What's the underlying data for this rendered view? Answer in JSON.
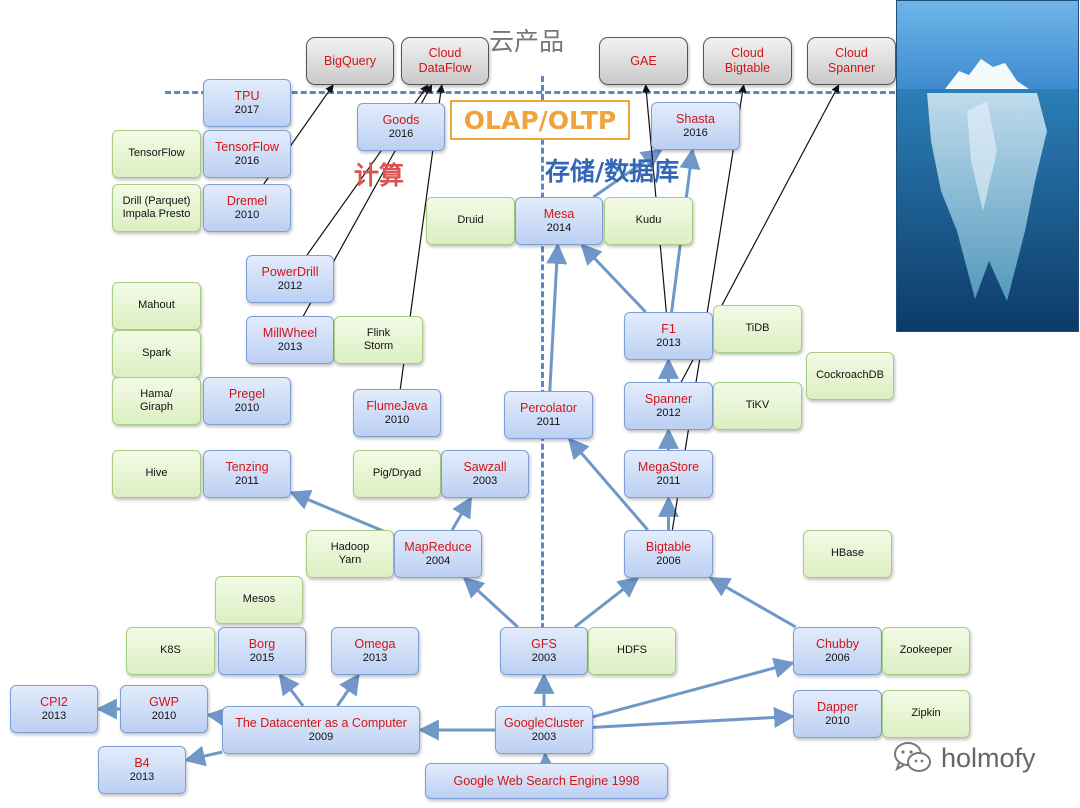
{
  "labels": {
    "cloud": "云产品",
    "compute": "计算",
    "storage": "存储/数据库",
    "olap": "OLAP/OLTP",
    "brand": "holmofy"
  },
  "colors": {
    "google_text": "#d41414",
    "arrow_blue": "#6f97c7",
    "arrow_black": "#111111",
    "dash_blue": "#5f86c2",
    "olap_orange": "#f0a33a"
  },
  "icons": {
    "iceberg": "iceberg-image",
    "brand": "wechat-icon"
  },
  "nodes": [
    {
      "id": "bigquery",
      "name": "BigQuery",
      "year": "",
      "kind": "cloud"
    },
    {
      "id": "dataflow",
      "name": "Cloud\nDataFlow",
      "year": "",
      "kind": "cloud"
    },
    {
      "id": "gae",
      "name": "GAE",
      "year": "",
      "kind": "cloud"
    },
    {
      "id": "bigtable-cloud",
      "name": "Cloud\nBigtable",
      "year": "",
      "kind": "cloud"
    },
    {
      "id": "spanner-cloud",
      "name": "Cloud\nSpanner",
      "year": "",
      "kind": "cloud"
    },
    {
      "id": "tpu",
      "name": "TPU",
      "year": "2017",
      "kind": "google"
    },
    {
      "id": "goods",
      "name": "Goods",
      "year": "2016",
      "kind": "google"
    },
    {
      "id": "shasta",
      "name": "Shasta",
      "year": "2016",
      "kind": "google"
    },
    {
      "id": "tensorflow-oss",
      "name": "TensorFlow",
      "year": "",
      "kind": "oss"
    },
    {
      "id": "tensorflow",
      "name": "TensorFlow",
      "year": "2016",
      "kind": "google"
    },
    {
      "id": "drill",
      "name": "Drill (Parquet)\nImpala Presto",
      "year": "",
      "kind": "oss"
    },
    {
      "id": "dremel",
      "name": "Dremel",
      "year": "2010",
      "kind": "google"
    },
    {
      "id": "druid",
      "name": "Druid",
      "year": "",
      "kind": "oss"
    },
    {
      "id": "mesa",
      "name": "Mesa",
      "year": "2014",
      "kind": "google"
    },
    {
      "id": "kudu",
      "name": "Kudu",
      "year": "",
      "kind": "oss"
    },
    {
      "id": "powerdrill",
      "name": "PowerDrill",
      "year": "2012",
      "kind": "google"
    },
    {
      "id": "mahout",
      "name": "Mahout",
      "year": "",
      "kind": "oss"
    },
    {
      "id": "millwheel",
      "name": "MillWheel",
      "year": "2013",
      "kind": "google"
    },
    {
      "id": "flink",
      "name": "Flink\nStorm",
      "year": "",
      "kind": "oss"
    },
    {
      "id": "f1",
      "name": "F1",
      "year": "2013",
      "kind": "google"
    },
    {
      "id": "tidb",
      "name": "TiDB",
      "year": "",
      "kind": "oss"
    },
    {
      "id": "spark",
      "name": "Spark",
      "year": "",
      "kind": "oss"
    },
    {
      "id": "cockroachdb",
      "name": "CockroachDB",
      "year": "",
      "kind": "oss"
    },
    {
      "id": "hama",
      "name": "Hama/\nGiraph",
      "year": "",
      "kind": "oss"
    },
    {
      "id": "pregel",
      "name": "Pregel",
      "year": "2010",
      "kind": "google"
    },
    {
      "id": "flumejava",
      "name": "FlumeJava",
      "year": "2010",
      "kind": "google"
    },
    {
      "id": "percolator",
      "name": "Percolator",
      "year": "2011",
      "kind": "google"
    },
    {
      "id": "spanner",
      "name": "Spanner",
      "year": "2012",
      "kind": "google"
    },
    {
      "id": "tikv",
      "name": "TiKV",
      "year": "",
      "kind": "oss"
    },
    {
      "id": "hive",
      "name": "Hive",
      "year": "",
      "kind": "oss"
    },
    {
      "id": "tenzing",
      "name": "Tenzing",
      "year": "2011",
      "kind": "google"
    },
    {
      "id": "pigdryad",
      "name": "Pig/Dryad",
      "year": "",
      "kind": "oss"
    },
    {
      "id": "sawzall",
      "name": "Sawzall",
      "year": "2003",
      "kind": "google"
    },
    {
      "id": "megastore",
      "name": "MegaStore",
      "year": "2011",
      "kind": "google"
    },
    {
      "id": "hadoop",
      "name": "Hadoop\nYarn",
      "year": "",
      "kind": "oss"
    },
    {
      "id": "mapreduce",
      "name": "MapReduce",
      "year": "2004",
      "kind": "google"
    },
    {
      "id": "bigtable",
      "name": "Bigtable",
      "year": "2006",
      "kind": "google"
    },
    {
      "id": "hbase",
      "name": "HBase",
      "year": "",
      "kind": "oss"
    },
    {
      "id": "mesos",
      "name": "Mesos",
      "year": "",
      "kind": "oss"
    },
    {
      "id": "k8s",
      "name": "K8S",
      "year": "",
      "kind": "oss"
    },
    {
      "id": "borg",
      "name": "Borg",
      "year": "2015",
      "kind": "google"
    },
    {
      "id": "omega",
      "name": "Omega",
      "year": "2013",
      "kind": "google"
    },
    {
      "id": "gfs",
      "name": "GFS",
      "year": "2003",
      "kind": "google"
    },
    {
      "id": "hdfs",
      "name": "HDFS",
      "year": "",
      "kind": "oss"
    },
    {
      "id": "chubby",
      "name": "Chubby",
      "year": "2006",
      "kind": "google"
    },
    {
      "id": "zookeeper",
      "name": "Zookeeper",
      "year": "",
      "kind": "oss"
    },
    {
      "id": "cpi2",
      "name": "CPI2",
      "year": "2013",
      "kind": "google"
    },
    {
      "id": "gwp",
      "name": "GWP",
      "year": "2010",
      "kind": "google"
    },
    {
      "id": "datacenter",
      "name": "The Datacenter as a Computer",
      "year": "2009",
      "kind": "google"
    },
    {
      "id": "googlecluster",
      "name": "GoogleCluster",
      "year": "2003",
      "kind": "google"
    },
    {
      "id": "dapper",
      "name": "Dapper",
      "year": "2010",
      "kind": "google"
    },
    {
      "id": "zipkin",
      "name": "Zipkin",
      "year": "",
      "kind": "oss"
    },
    {
      "id": "b4",
      "name": "B4",
      "year": "2013",
      "kind": "google"
    },
    {
      "id": "websearch",
      "name": "Google Web Search Engine  1998",
      "year": "",
      "kind": "google"
    }
  ],
  "edges": [
    {
      "from": "websearch",
      "to": "googlecluster",
      "style": "blue"
    },
    {
      "from": "googlecluster",
      "to": "datacenter",
      "style": "blue"
    },
    {
      "from": "googlecluster",
      "to": "gfs",
      "style": "blue"
    },
    {
      "from": "googlecluster",
      "to": "chubby",
      "style": "blue"
    },
    {
      "from": "googlecluster",
      "to": "dapper",
      "style": "blue"
    },
    {
      "from": "datacenter",
      "to": "borg",
      "style": "blue"
    },
    {
      "from": "datacenter",
      "to": "omega",
      "style": "blue"
    },
    {
      "from": "datacenter",
      "to": "gwp",
      "style": "blue"
    },
    {
      "from": "datacenter",
      "to": "b4",
      "style": "blue"
    },
    {
      "from": "gwp",
      "to": "cpi2",
      "style": "blue"
    },
    {
      "from": "gfs",
      "to": "mapreduce",
      "style": "blue"
    },
    {
      "from": "gfs",
      "to": "bigtable",
      "style": "blue"
    },
    {
      "from": "chubby",
      "to": "bigtable",
      "style": "blue"
    },
    {
      "from": "mapreduce",
      "to": "tenzing",
      "style": "blue"
    },
    {
      "from": "mapreduce",
      "to": "sawzall",
      "style": "blue"
    },
    {
      "from": "bigtable",
      "to": "percolator",
      "style": "blue"
    },
    {
      "from": "bigtable",
      "to": "megastore",
      "style": "blue"
    },
    {
      "from": "megastore",
      "to": "spanner",
      "style": "blue"
    },
    {
      "from": "spanner",
      "to": "f1",
      "style": "blue"
    },
    {
      "from": "percolator",
      "to": "mesa",
      "style": "blue"
    },
    {
      "from": "f1",
      "to": "mesa",
      "style": "blue"
    },
    {
      "from": "f1",
      "to": "shasta",
      "style": "blue"
    },
    {
      "from": "mesa",
      "to": "shasta",
      "style": "blue"
    },
    {
      "from": "dremel",
      "to": "bigquery",
      "style": "black"
    },
    {
      "from": "millwheel",
      "to": "dataflow",
      "style": "black"
    },
    {
      "from": "flumejava",
      "to": "dataflow",
      "style": "black"
    },
    {
      "from": "powerdrill",
      "to": "dataflow",
      "style": "black"
    },
    {
      "from": "f1",
      "to": "gae",
      "style": "black"
    },
    {
      "from": "bigtable",
      "to": "bigtable-cloud",
      "style": "black"
    },
    {
      "from": "spanner",
      "to": "spanner-cloud",
      "style": "black"
    }
  ]
}
